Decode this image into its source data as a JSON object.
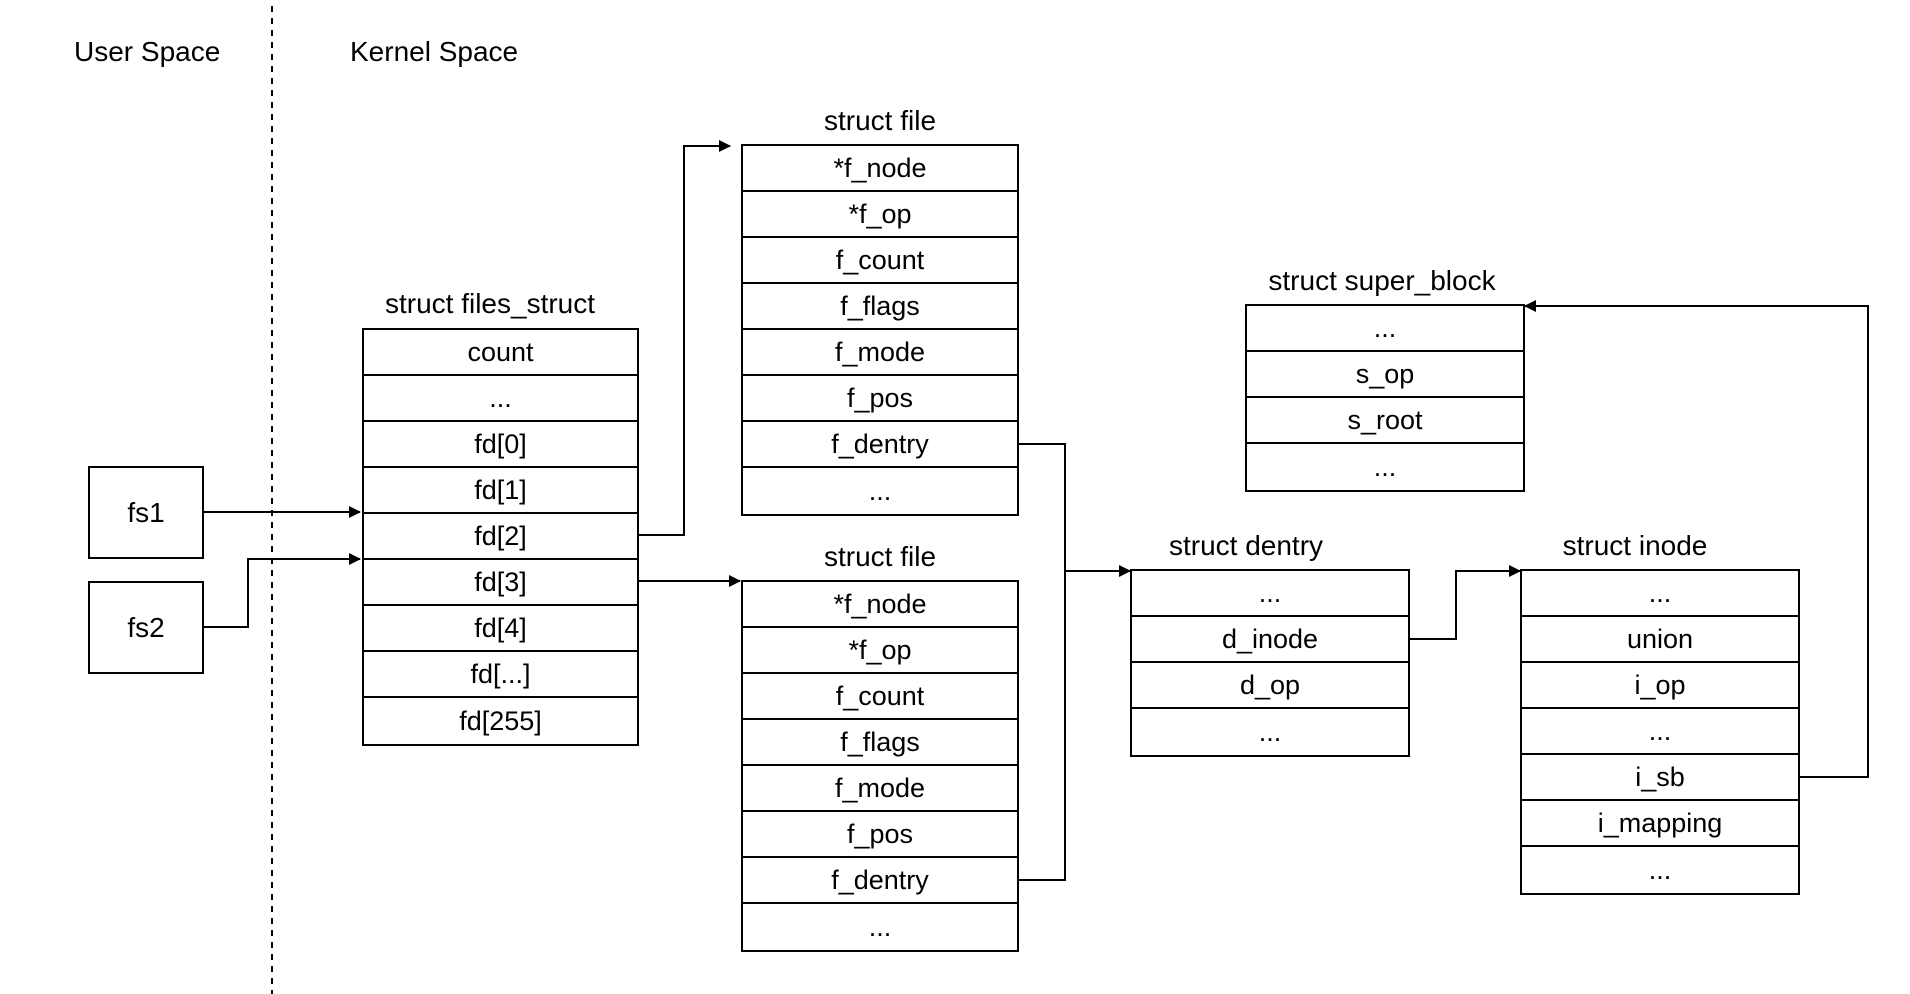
{
  "regions": {
    "user_space": "User Space",
    "kernel_space": "Kernel Space"
  },
  "user_handles": [
    {
      "label": "fs1"
    },
    {
      "label": "fs2"
    }
  ],
  "files_struct": {
    "title": "struct files_struct",
    "fields": [
      "count",
      "...",
      "fd[0]",
      "fd[1]",
      "fd[2]",
      "fd[3]",
      "fd[4]",
      "fd[...]",
      "fd[255]"
    ]
  },
  "file_top": {
    "title": "struct file",
    "fields": [
      "*f_node",
      "*f_op",
      "f_count",
      "f_flags",
      "f_mode",
      "f_pos",
      "f_dentry",
      "..."
    ]
  },
  "file_bottom": {
    "title": "struct file",
    "fields": [
      "*f_node",
      "*f_op",
      "f_count",
      "f_flags",
      "f_mode",
      "f_pos",
      "f_dentry",
      "..."
    ]
  },
  "dentry": {
    "title": "struct dentry",
    "fields": [
      "...",
      "d_inode",
      "d_op",
      "..."
    ]
  },
  "inode": {
    "title": "struct inode",
    "fields": [
      "...",
      "union",
      "i_op",
      "...",
      "i_sb",
      "i_mapping",
      "..."
    ]
  },
  "super_block": {
    "title": "struct super_block",
    "fields": [
      "...",
      "s_op",
      "s_root",
      "..."
    ]
  },
  "connections": [
    {
      "from": "fs1",
      "to": "files_struct.fd[1]"
    },
    {
      "from": "fs2",
      "to": "files_struct.fd[2]"
    },
    {
      "from": "files_struct.fd[2]",
      "to": "file_top"
    },
    {
      "from": "files_struct.fd[3]",
      "to": "file_bottom"
    },
    {
      "from": "file_top.f_dentry",
      "to": "dentry"
    },
    {
      "from": "file_bottom.f_dentry",
      "to": "dentry"
    },
    {
      "from": "dentry.d_inode",
      "to": "inode"
    },
    {
      "from": "inode.i_sb",
      "to": "super_block"
    }
  ]
}
